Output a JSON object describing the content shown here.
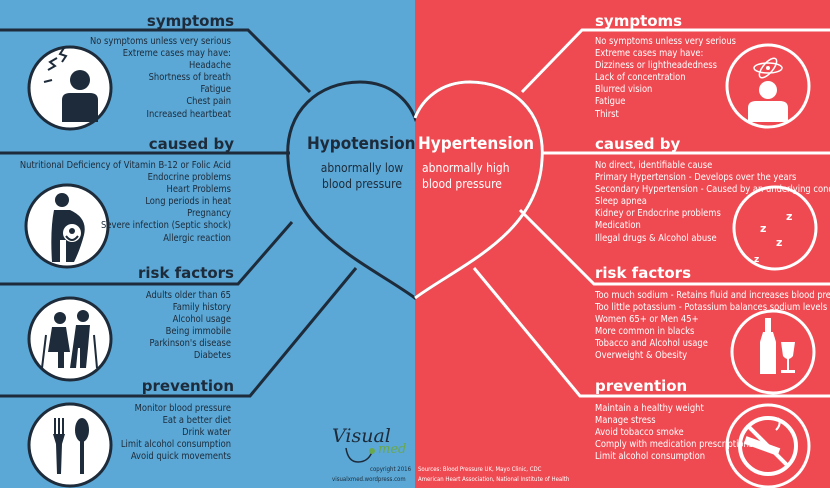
{
  "hypotension": {
    "title": "Hypotension",
    "subtitle_line1": "abnormally low",
    "subtitle_line2": "blood pressure",
    "symptoms": {
      "heading": "symptoms",
      "items": [
        "No symptoms unless very serious",
        "Extreme cases may have:",
        "Headache",
        "Shortness of breath",
        "Fatigue",
        "Chest pain",
        "Increased heartbeat"
      ]
    },
    "caused_by": {
      "heading": "caused by",
      "items": [
        "Nutritional Deficiency of Vitamin B-12 or Folic Acid",
        "Endocrine problems",
        "Heart Problems",
        "Long periods in heat",
        "Pregnancy",
        "Severe infection (Septic shock)",
        "Allergic reaction"
      ]
    },
    "risk_factors": {
      "heading": "risk factors",
      "items": [
        "Adults older than 65",
        "Family history",
        "Alcohol usage",
        "Being immobile",
        "Parkinson's disease",
        "Diabetes"
      ]
    },
    "prevention": {
      "heading": "prevention",
      "items": [
        "Monitor blood pressure",
        "Eat a better diet",
        "Drink water",
        "Limit alcohol consumption",
        "Avoid quick movements"
      ]
    },
    "icons": [
      "headache-person-icon",
      "pregnant-woman-icon",
      "elderly-couple-icon",
      "fork-spoon-icon"
    ]
  },
  "hypertension": {
    "title": "Hypertension",
    "subtitle_line1": "abnormally high",
    "subtitle_line2": "blood pressure",
    "symptoms": {
      "heading": "symptoms",
      "items": [
        "No symptoms unless very serious",
        "Extreme cases may have:",
        "Dizziness or lightheadedness",
        "Lack of concentration",
        "Blurred vision",
        "Fatigue",
        "Thirst"
      ]
    },
    "caused_by": {
      "heading": "caused by",
      "items": [
        "No direct, identifiable cause",
        "Primary Hypertension - Develops over the years",
        "Secondary Hypertension - Caused by an underlying condition",
        "Sleep apnea",
        "Kidney or Endocrine problems",
        "Medication",
        "Illegal drugs & Alcohol abuse"
      ]
    },
    "risk_factors": {
      "heading": "risk factors",
      "items": [
        "Too much sodium - Retains fluid and increases blood pressure",
        "Too little potassium - Potassium balances sodium levels",
        "Women 65+ or Men 45+",
        "More common in blacks",
        "Tobacco and Alcohol usage",
        "Overweight & Obesity"
      ]
    },
    "prevention": {
      "heading": "prevention",
      "items": [
        "Maintain a healthy weight",
        "Manage stress",
        "Avoid tobacco smoke",
        "Comply with medication prescriptions",
        "Limit alcohol consumption"
      ]
    },
    "icons": [
      "dizzy-person-icon",
      "sleep-zzz-icon",
      "wine-bottle-glass-icon",
      "no-smoking-icon"
    ]
  },
  "branding": {
    "logo_word1": "Visual",
    "logo_word2": "med",
    "copyright": "copyright 2016",
    "website": "visualxmed.wordpress.com"
  },
  "sources": {
    "line1": "Sources: Blood Pressure UK, Mayo Clinic, CDC",
    "line2": "American Heart Association, National Institute of Health"
  },
  "colors": {
    "left_bg": "#5ba7d5",
    "right_bg": "#ef4a52",
    "dark": "#1d2b3a",
    "white": "#ffffff"
  }
}
